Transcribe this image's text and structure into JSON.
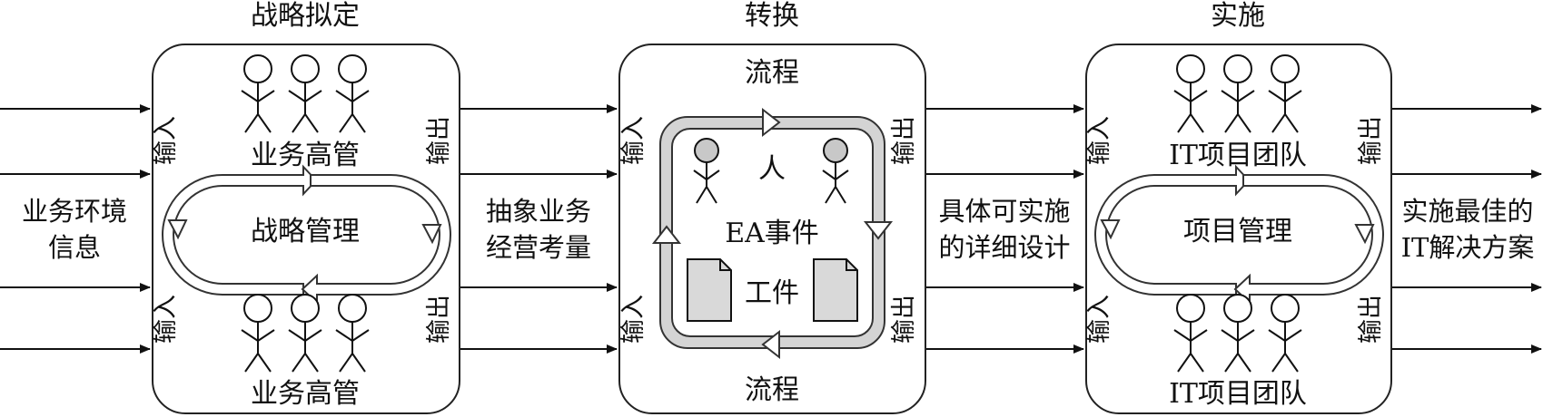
{
  "stages": [
    {
      "title": "战略拟定",
      "top_group_label": "业务高管",
      "bottom_group_label": "业务高管",
      "center_label": "战略管理",
      "input_label": "输入",
      "output_label": "输出"
    },
    {
      "title": "转换",
      "top_label": "流程",
      "bottom_label": "流程",
      "people_label": "人",
      "center_label": "EA事件",
      "artifacts_label": "工件",
      "input_label": "输入",
      "output_label": "输出"
    },
    {
      "title": "实施",
      "top_group_label": "IT项目团队",
      "bottom_group_label": "IT项目团队",
      "center_label": "项目管理",
      "input_label": "输入",
      "output_label": "输出"
    }
  ],
  "flows": {
    "left_line1": "业务环境",
    "left_line2": "信息",
    "mid1_line1": "抽象业务",
    "mid1_line2": "经营考量",
    "mid2_line1": "具体可实施",
    "mid2_line2": "的详细设计",
    "right_line1": "实施最佳的",
    "right_line2": "IT解决方案"
  },
  "icons": [
    "stick-figure-icon",
    "head-figure-icon",
    "document-icon",
    "cycle-arrow-icon",
    "arrow-right-icon"
  ]
}
